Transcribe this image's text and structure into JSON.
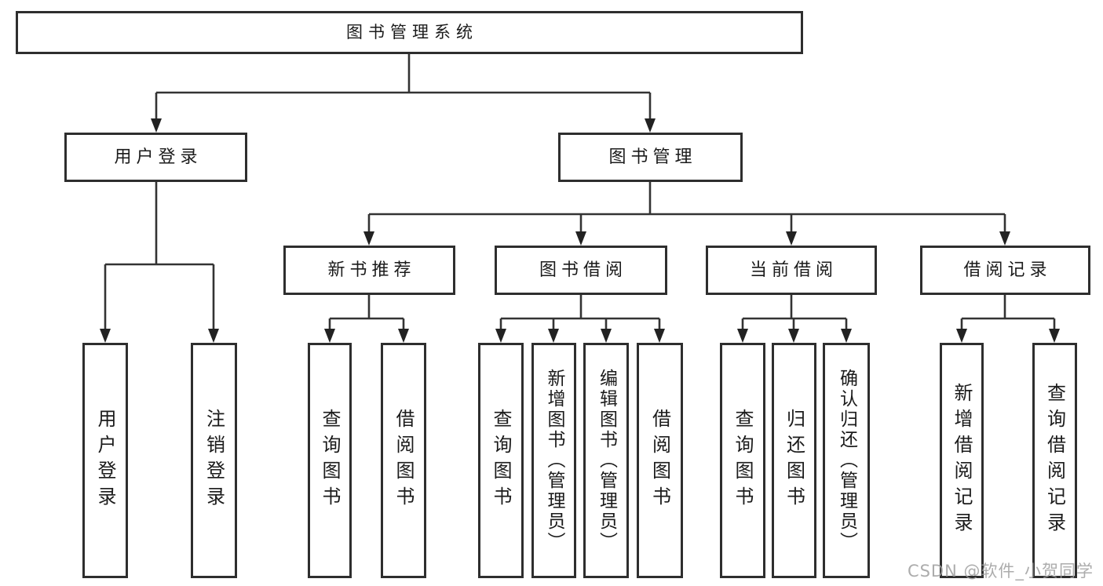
{
  "diagram": {
    "root": {
      "label": "图书管理系统"
    },
    "level2": {
      "user_login": {
        "label": "用户登录"
      },
      "book_mgmt": {
        "label": "图书管理"
      }
    },
    "level3": {
      "new_book_recommend": {
        "label": "新书推荐"
      },
      "book_borrowing": {
        "label": "图书借阅"
      },
      "current_borrowing": {
        "label": "当前借阅"
      },
      "borrowing_records": {
        "label": "借阅记录"
      }
    },
    "leaves": {
      "user_login": {
        "label": "用户登录"
      },
      "logout": {
        "label": "注销登录"
      },
      "query_book_rec": {
        "label": "查询图书"
      },
      "borrow_book_rec": {
        "label": "借阅图书"
      },
      "query_book_borrow": {
        "label": "查询图书"
      },
      "add_book_admin": {
        "label": "新增图书（管理员）"
      },
      "edit_book_admin": {
        "label": "编辑图书（管理员）"
      },
      "borrow_book": {
        "label": "借阅图书"
      },
      "query_book_cur": {
        "label": "查询图书"
      },
      "return_book": {
        "label": "归还图书"
      },
      "confirm_return": {
        "label": "确认归还（管理员）"
      },
      "add_borrow_record": {
        "label": "新增借阅记录"
      },
      "query_borrow_record": {
        "label": "查询借阅记录"
      }
    }
  },
  "watermark": {
    "text": "CSDN @软件_小贺同学"
  },
  "colors": {
    "line": "#333333",
    "arrow": "#222222",
    "border": "#2e2e2e",
    "text": "#1b1b1b",
    "watermark": "#9e9e9e"
  }
}
